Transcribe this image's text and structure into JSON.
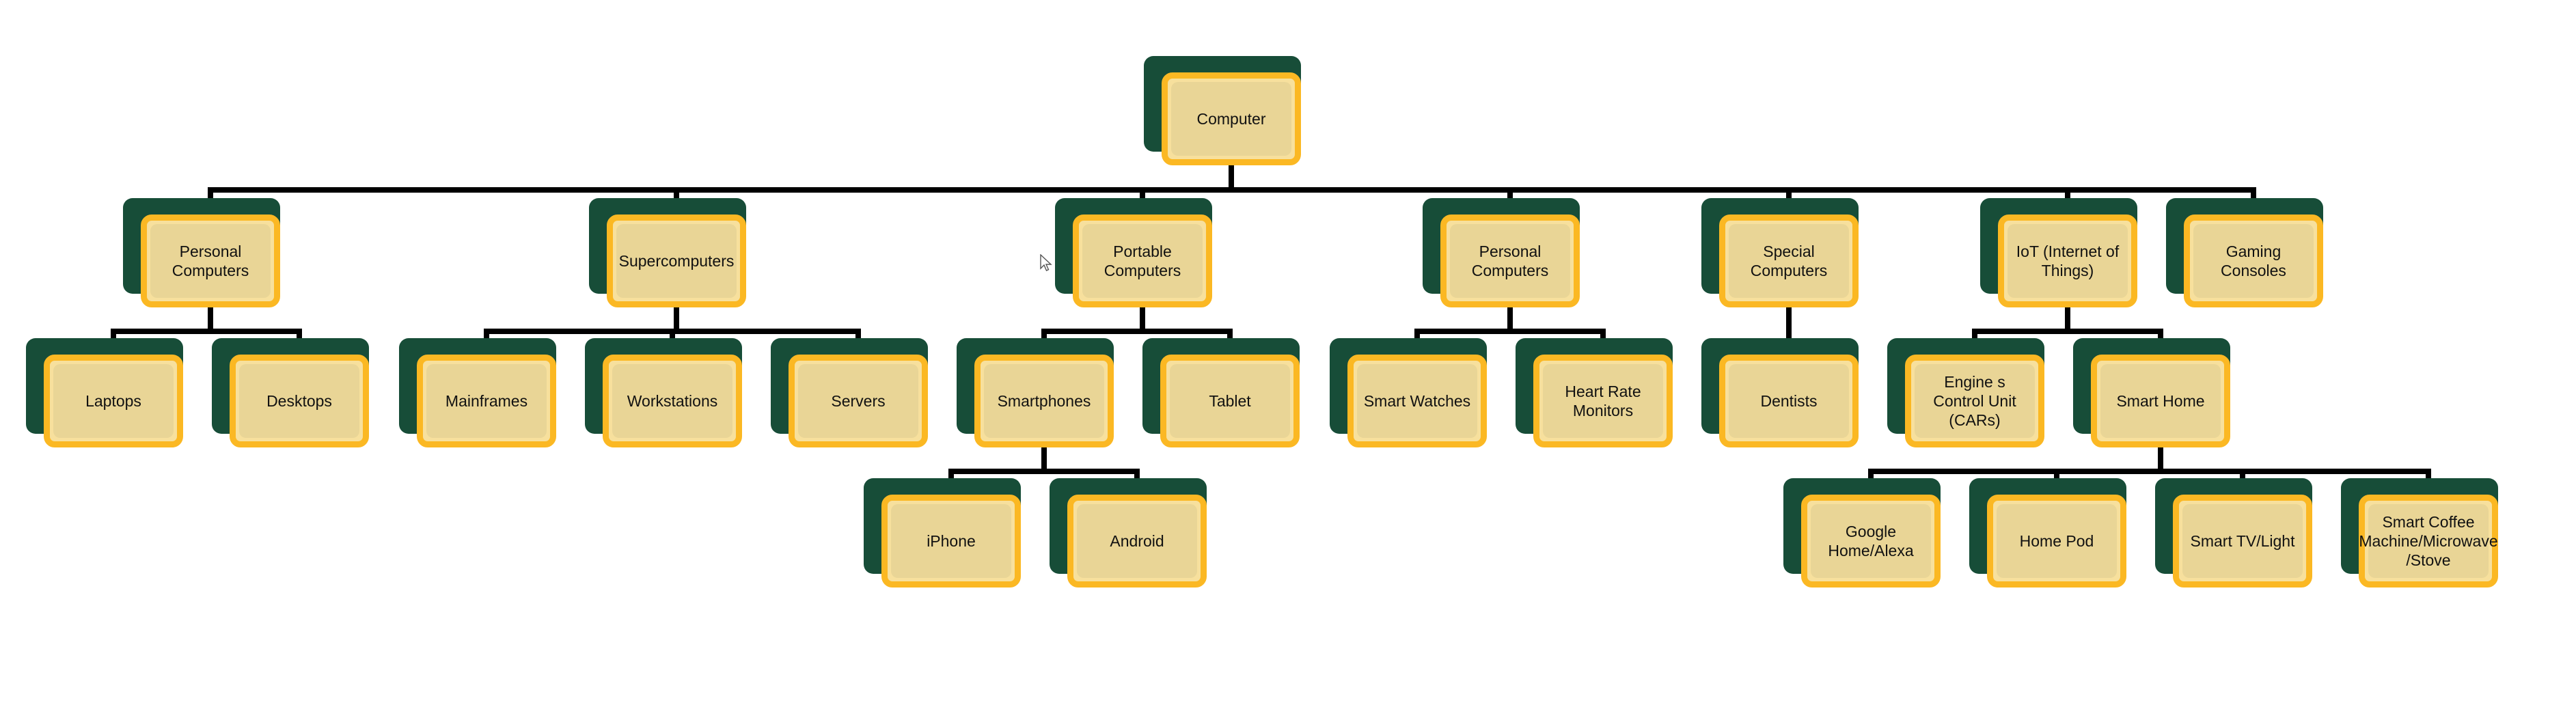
{
  "diagram": {
    "colors": {
      "shadow": "#174d38",
      "border": "#fbb823",
      "fill": "#e9d596",
      "connector": "#000000",
      "text": "#111111"
    },
    "nodes": [
      {
        "id": "computer",
        "label": "Computer"
      },
      {
        "id": "pc1",
        "label": "Personal Computers"
      },
      {
        "id": "supercomputers",
        "label": "Supercomputers"
      },
      {
        "id": "portable",
        "label": "Portable Computers"
      },
      {
        "id": "pc2",
        "label": "Personal Computers"
      },
      {
        "id": "special",
        "label": "Special Computers"
      },
      {
        "id": "iot",
        "label": "IoT (Internet of Things)"
      },
      {
        "id": "gaming",
        "label": "Gaming Consoles"
      },
      {
        "id": "laptops",
        "label": "Laptops"
      },
      {
        "id": "desktops",
        "label": "Desktops"
      },
      {
        "id": "mainframes",
        "label": "Mainframes"
      },
      {
        "id": "workstations",
        "label": "Workstations"
      },
      {
        "id": "servers",
        "label": "Servers"
      },
      {
        "id": "smartphones",
        "label": "Smartphones"
      },
      {
        "id": "tablet",
        "label": "Tablet"
      },
      {
        "id": "smartwatches",
        "label": "Smart Watches"
      },
      {
        "id": "heartrate",
        "label": "Heart Rate Monitors"
      },
      {
        "id": "dentists",
        "label": "Dentists"
      },
      {
        "id": "ecu",
        "label": "Engine s Control Unit (CARs)"
      },
      {
        "id": "smarthome",
        "label": "Smart Home"
      },
      {
        "id": "iphone",
        "label": "iPhone"
      },
      {
        "id": "android",
        "label": "Android"
      },
      {
        "id": "googlehome",
        "label": "Google Home/Alexa"
      },
      {
        "id": "homepod",
        "label": "Home Pod"
      },
      {
        "id": "smarttv",
        "label": "Smart TV/Light"
      },
      {
        "id": "coffee",
        "label": "Smart Coffee Machine/Microwave /Stove"
      }
    ],
    "edges": [
      [
        "computer",
        "pc1"
      ],
      [
        "computer",
        "supercomputers"
      ],
      [
        "computer",
        "portable"
      ],
      [
        "computer",
        "pc2"
      ],
      [
        "computer",
        "special"
      ],
      [
        "computer",
        "iot"
      ],
      [
        "computer",
        "gaming"
      ],
      [
        "pc1",
        "laptops"
      ],
      [
        "pc1",
        "desktops"
      ],
      [
        "supercomputers",
        "mainframes"
      ],
      [
        "supercomputers",
        "workstations"
      ],
      [
        "supercomputers",
        "servers"
      ],
      [
        "portable",
        "smartphones"
      ],
      [
        "portable",
        "tablet"
      ],
      [
        "pc2",
        "smartwatches"
      ],
      [
        "pc2",
        "heartrate"
      ],
      [
        "special",
        "dentists"
      ],
      [
        "iot",
        "ecu"
      ],
      [
        "iot",
        "smarthome"
      ],
      [
        "smartphones",
        "iphone"
      ],
      [
        "smartphones",
        "android"
      ],
      [
        "smarthome",
        "googlehome"
      ],
      [
        "smarthome",
        "homepod"
      ],
      [
        "smarthome",
        "smarttv"
      ],
      [
        "smarthome",
        "coffee"
      ]
    ]
  }
}
